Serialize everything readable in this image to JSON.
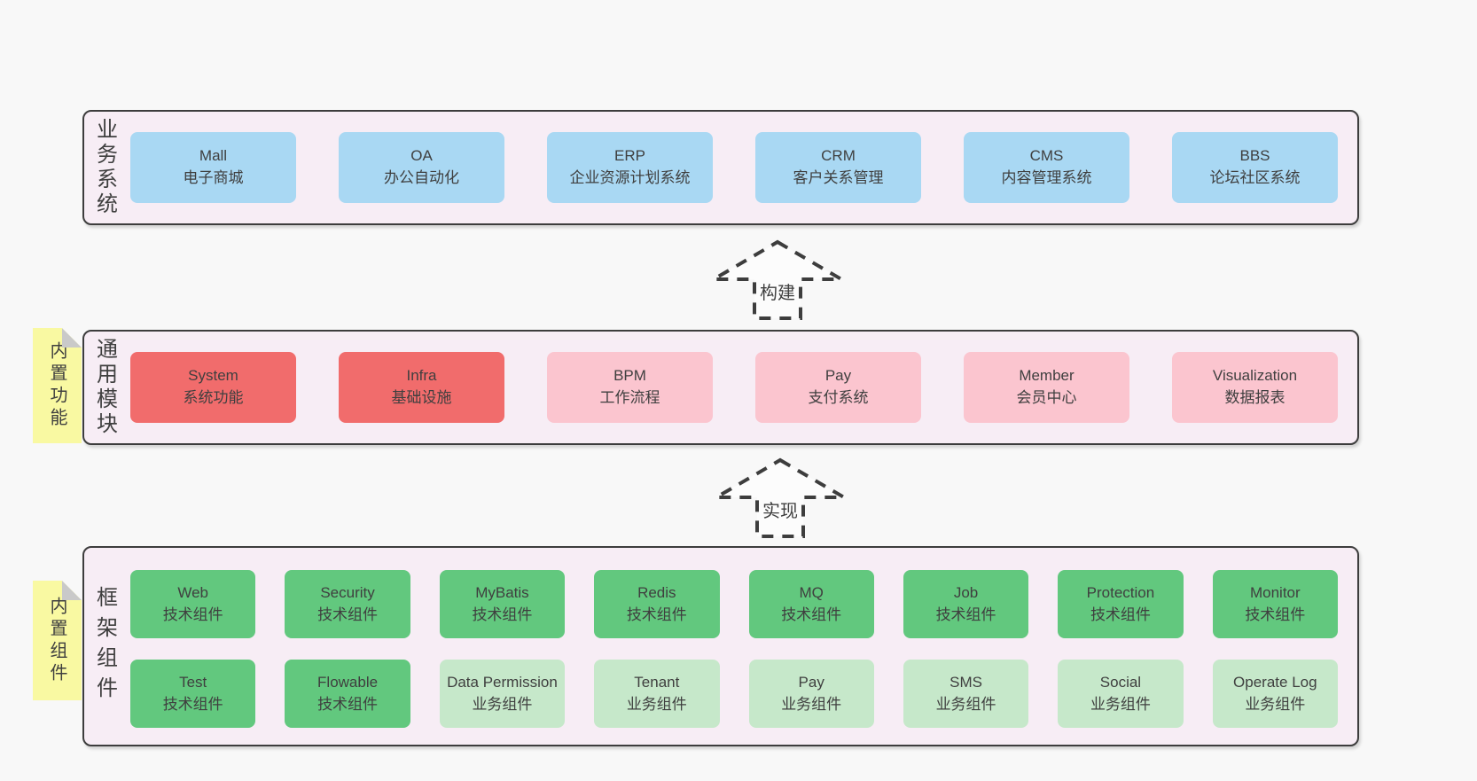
{
  "colors": {
    "page-bg": "#f8f8f8",
    "container-bg": "#f7edf5",
    "border": "#3d3d3d",
    "blue": "#a9d8f3",
    "red": "#f16c6c",
    "pink": "#fbc5cf",
    "green": "#62c87e",
    "lightgreen": "#c6e8ca",
    "yellow": "#f9f9a2",
    "fold": "#c9c9c9",
    "text": "#3f3f3f",
    "arrow-fill": "#fcfcfc"
  },
  "arrows": {
    "build": {
      "label": "构建"
    },
    "implement": {
      "label": "实现"
    }
  },
  "layers": {
    "business": {
      "label": "业务系统",
      "boxes": [
        {
          "name": "Mall",
          "desc": "电子商城"
        },
        {
          "name": "OA",
          "desc": "办公自动化"
        },
        {
          "name": "ERP",
          "desc": "企业资源计划系统"
        },
        {
          "name": "CRM",
          "desc": "客户关系管理"
        },
        {
          "name": "CMS",
          "desc": "内容管理系统"
        },
        {
          "name": "BBS",
          "desc": "论坛社区系统"
        }
      ]
    },
    "modules": {
      "label": "通用模块",
      "note": "内置功能",
      "boxes": [
        {
          "name": "System",
          "desc": "系统功能"
        },
        {
          "name": "Infra",
          "desc": "基础设施"
        },
        {
          "name": "BPM",
          "desc": "工作流程"
        },
        {
          "name": "Pay",
          "desc": "支付系统"
        },
        {
          "name": "Member",
          "desc": "会员中心"
        },
        {
          "name": "Visualization",
          "desc": "数据报表"
        }
      ]
    },
    "components": {
      "label": "框架组件",
      "note": "内置组件",
      "row1": [
        {
          "name": "Web",
          "desc": "技术组件"
        },
        {
          "name": "Security",
          "desc": "技术组件"
        },
        {
          "name": "MyBatis",
          "desc": "技术组件"
        },
        {
          "name": "Redis",
          "desc": "技术组件"
        },
        {
          "name": "MQ",
          "desc": "技术组件"
        },
        {
          "name": "Job",
          "desc": "技术组件"
        },
        {
          "name": "Protection",
          "desc": "技术组件"
        },
        {
          "name": "Monitor",
          "desc": "技术组件"
        }
      ],
      "row2": [
        {
          "name": "Test",
          "desc": "技术组件"
        },
        {
          "name": "Flowable",
          "desc": "技术组件"
        },
        {
          "name": "Data Permission",
          "desc": "业务组件"
        },
        {
          "name": "Tenant",
          "desc": "业务组件"
        },
        {
          "name": "Pay",
          "desc": "业务组件"
        },
        {
          "name": "SMS",
          "desc": "业务组件"
        },
        {
          "name": "Social",
          "desc": "业务组件"
        },
        {
          "name": "Operate Log",
          "desc": "业务组件"
        }
      ]
    }
  }
}
